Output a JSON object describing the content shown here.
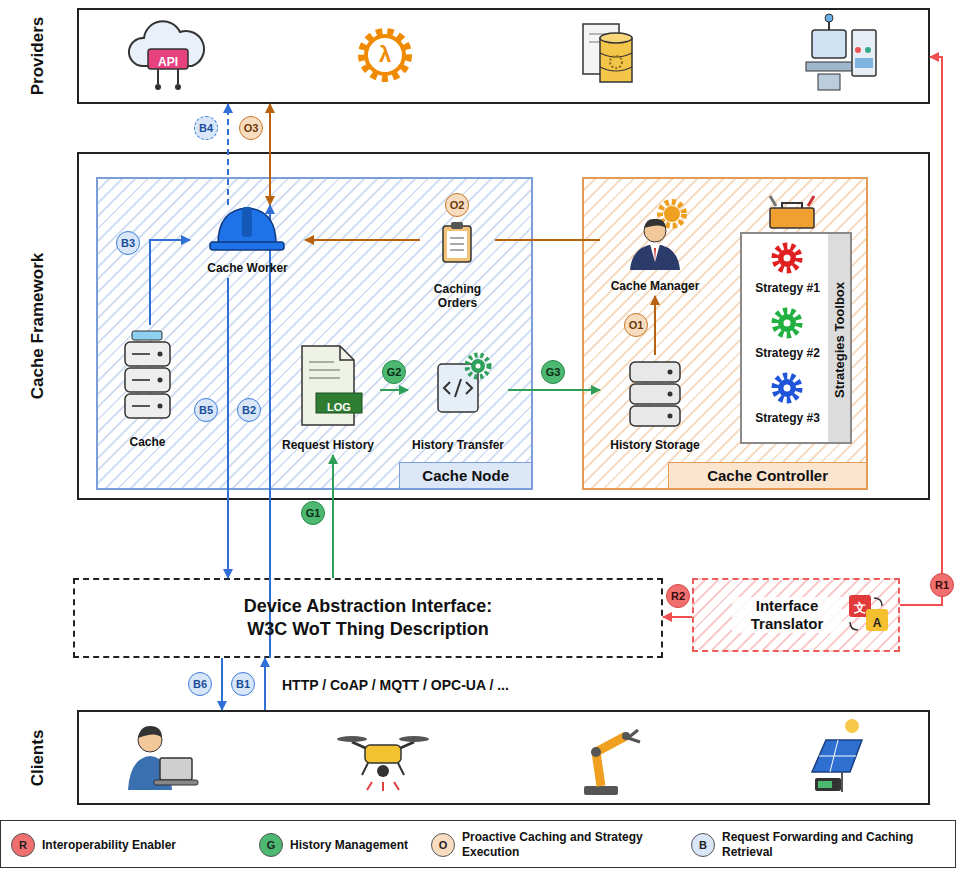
{
  "diagram": {
    "nodes": [
      {
        "text": [
          "Providers"
        ]
      },
      {
        "text": [
          "Cache Framework"
        ]
      },
      {
        "text": [
          "Cache Node"
        ],
        "in": 1
      },
      {
        "text": [
          "Cache Worker"
        ],
        "in": 2
      },
      {
        "text": [
          "Caching Orders"
        ],
        "in": 2
      },
      {
        "text": [
          "Cache"
        ],
        "in": 2
      },
      {
        "text": [
          "Request History"
        ],
        "in": 2
      },
      {
        "text": [
          "History Transfer"
        ],
        "in": 2
      },
      {
        "text": [
          "Cache Controller"
        ],
        "in": 1
      },
      {
        "text": [
          "Cache Manager"
        ],
        "in": 8
      },
      {
        "text": [
          "Strategies Toolbox"
        ],
        "in": 8
      },
      {
        "text": [
          "Strategy #1"
        ],
        "in": 10
      },
      {
        "text": [
          "Strategy #2"
        ],
        "in": 10
      },
      {
        "text": [
          "Strategy #3"
        ],
        "in": 10
      },
      {
        "text": [
          "History Storage"
        ],
        "in": 8
      },
      {
        "text": [
          "Device Abstraction Interface: W3C WoT Thing Description"
        ]
      },
      {
        "text": [
          "Interface Translator"
        ]
      },
      {
        "text": [
          "Clients"
        ]
      }
    ],
    "edges": [
      {
        "from": 3,
        "to": 0,
        "arrow": "to",
        "label": "B4"
      },
      {
        "from": 3,
        "to": 0,
        "arrow": "both",
        "label": "O3"
      },
      {
        "from": 9,
        "to": 4,
        "arrow": "none",
        "label": "O2"
      },
      {
        "from": 4,
        "to": 3,
        "arrow": "to"
      },
      {
        "from": 14,
        "to": 9,
        "arrow": "to",
        "label": "O1"
      },
      {
        "from": 5,
        "to": 3,
        "arrow": "to",
        "label": "B3"
      },
      {
        "from": 3,
        "to": 15,
        "arrow": "to",
        "label": "B5"
      },
      {
        "from": 15,
        "to": 3,
        "arrow": "to",
        "label": "B2"
      },
      {
        "from": 15,
        "to": 6,
        "arrow": "to",
        "label": "G1"
      },
      {
        "from": 6,
        "to": 7,
        "arrow": "to",
        "label": "G2"
      },
      {
        "from": 7,
        "to": 14,
        "arrow": "to",
        "label": "G3"
      },
      {
        "from": 16,
        "to": 0,
        "arrow": "to",
        "label": "R1"
      },
      {
        "from": 16,
        "to": 15,
        "arrow": "to",
        "label": "R2"
      },
      {
        "from": 15,
        "to": 17,
        "arrow": "to",
        "label": "B6"
      },
      {
        "from": 17,
        "to": 15,
        "arrow": "to",
        "label": "B1"
      }
    ],
    "labels": [
      "API",
      "λ",
      "LOG",
      "HTTP / CoAP / MQTT / OPC-UA / ...",
      "文",
      "A",
      "R",
      "G",
      "O",
      "B"
    ],
    "legend": [
      {
        "text": "Interoperability Enabler",
        "color": "#f07070"
      },
      {
        "text": "History Management",
        "color": "#4cb870"
      },
      {
        "text": "Proactive Caching and Strategy Execution",
        "color": "#f8dcc0"
      },
      {
        "text": "Request Forwarding and Caching Retrieval",
        "color": "#d8e6f8"
      }
    ]
  }
}
